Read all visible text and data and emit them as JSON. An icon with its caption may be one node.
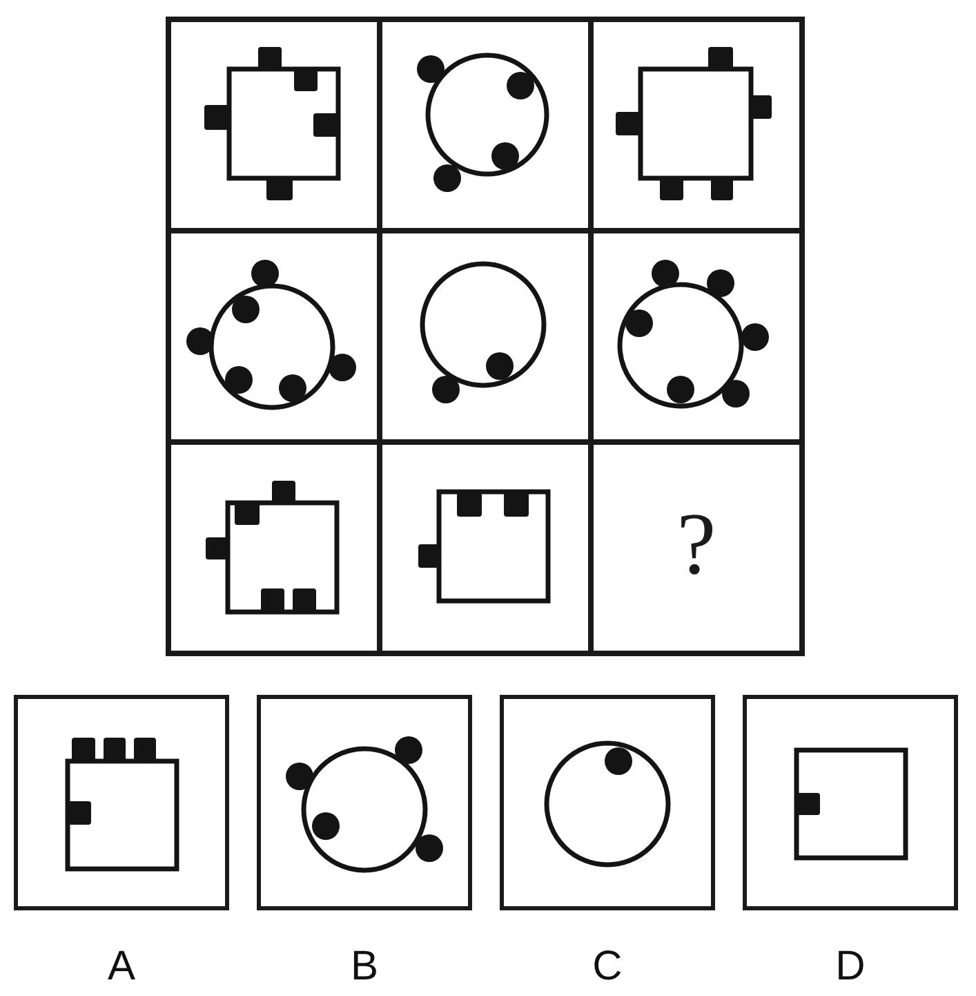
{
  "diagram": {
    "nodes": [
      {
        "text": [],
        "shape": "picture"
      },
      {
        "text": [],
        "shape": "picture"
      },
      {
        "text": [],
        "shape": "picture"
      },
      {
        "text": [],
        "shape": "picture"
      },
      {
        "text": [],
        "shape": "picture"
      },
      {
        "text": [],
        "shape": "picture"
      },
      {
        "text": [],
        "shape": "picture"
      },
      {
        "text": [],
        "shape": "picture"
      },
      {
        "text": [
          "?"
        ]
      },
      {
        "text": [],
        "shape": "picture",
        "beside": [
          "A"
        ]
      },
      {
        "text": [],
        "shape": "picture",
        "beside": [
          "B"
        ]
      },
      {
        "text": [],
        "shape": "picture",
        "beside": [
          "C"
        ]
      },
      {
        "text": [],
        "shape": "picture",
        "beside": [
          "D"
        ]
      }
    ]
  }
}
